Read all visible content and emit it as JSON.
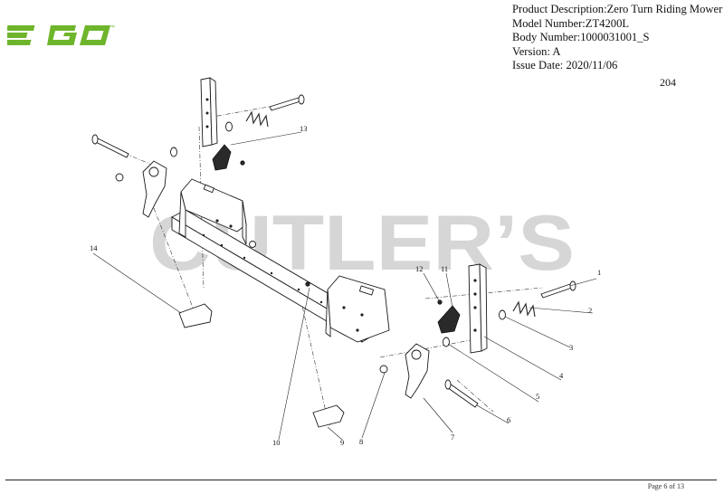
{
  "logo": {
    "text": "EGO",
    "trademark": "™",
    "color": "#6fb52c"
  },
  "header": {
    "product_description": "Product Description:Zero Turn Riding Mower",
    "model_number": "Model Number:ZT4200L",
    "body_number": "Body Number:1000031001_S",
    "version": "Version: A",
    "issue_date": "Issue Date: 2020/11/06"
  },
  "page_code": "204",
  "watermark": {
    "text": "CUTLER’S",
    "color": "#d6d6d6"
  },
  "callouts": [
    "1",
    "2",
    "3",
    "4",
    "5",
    "6",
    "7",
    "8",
    "9",
    "10",
    "11",
    "12",
    "13",
    "14"
  ],
  "footer": {
    "page": "Page 6 of 13"
  }
}
